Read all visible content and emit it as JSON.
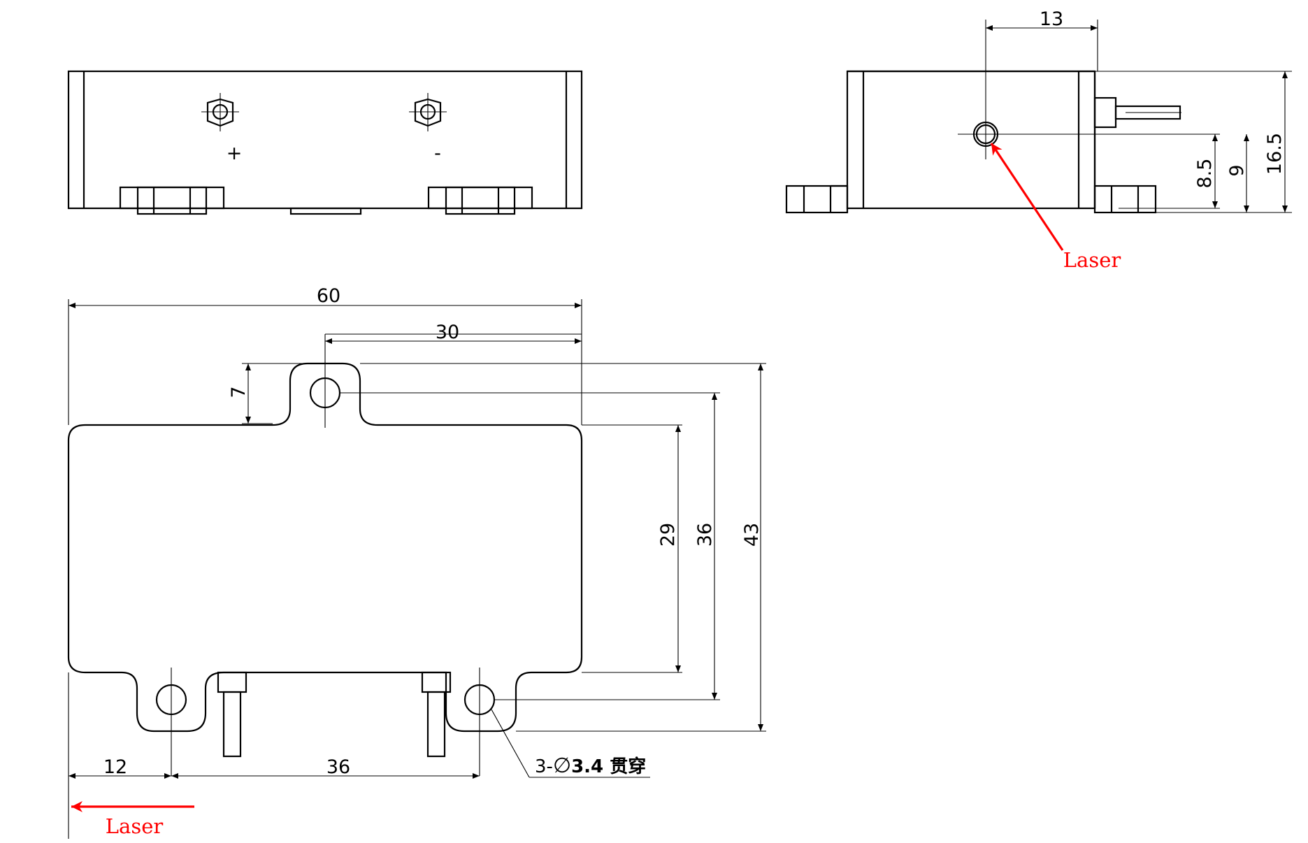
{
  "front_view": {
    "terminal_positive": "+",
    "terminal_negative": "-"
  },
  "side_view": {
    "dim_width": "13",
    "dim_beam_height": "8.5",
    "dim_center_height": "9",
    "dim_total_height": "16.5",
    "laser_label": "Laser"
  },
  "top_view": {
    "dim_total_width": "60",
    "dim_half_width": "30",
    "dim_ear": "7",
    "dim_body_height": "29",
    "dim_hole_spacing": "36",
    "dim_total_height": "43",
    "dim_left_offset": "12",
    "dim_hole_pitch": "36",
    "hole_note": "3-",
    "hole_note_symbol": "∅",
    "hole_note_value": "3.4 贯穿",
    "laser_label": "Laser"
  },
  "colors": {
    "line": "#000000",
    "laser": "#ff0000"
  }
}
